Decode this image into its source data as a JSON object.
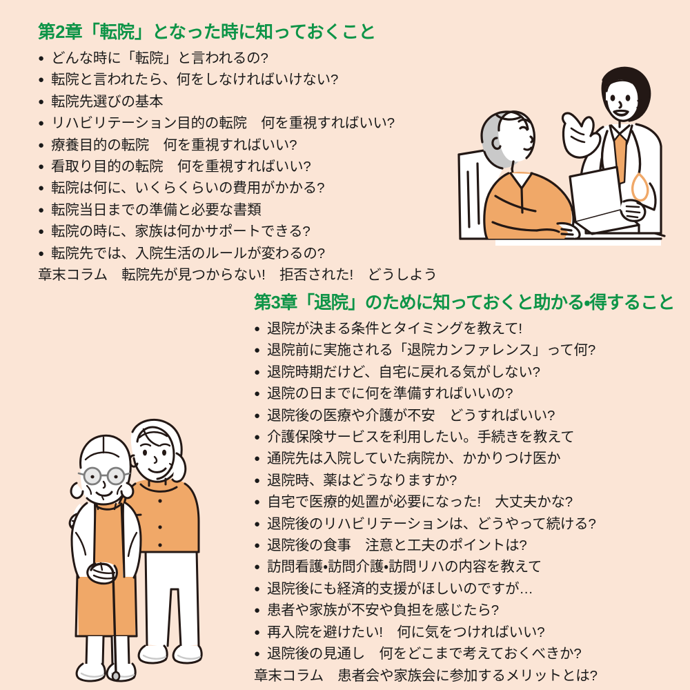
{
  "page": {
    "background_color": "#fbe5d6",
    "heading_color": "#0d9447",
    "body_text_color": "#1a1a1a",
    "accent_orange": "#f0a868",
    "hair_gray": "#c9c9c9",
    "hair_dark": "#231815"
  },
  "chapter2": {
    "title": "第2章「転院」となった時に知っておくこと",
    "items": [
      {
        "bullet": "●",
        "text": "どんな時に「転院」と言われるの?"
      },
      {
        "bullet": "●",
        "text": "転院と言われたら、何をしなければいけない?"
      },
      {
        "bullet": "●",
        "text": "転院先選びの基本"
      },
      {
        "bullet": "●",
        "text": "リハビリテーション目的の転院　何を重視すればいい?"
      },
      {
        "bullet": "●",
        "text": "療養目的の転院　何を重視すればいい?"
      },
      {
        "bullet": "●",
        "text": "看取り目的の転院　何を重視すればいい?"
      },
      {
        "bullet": "●",
        "text": "転院は何に、いくらくらいの費用がかかる?"
      },
      {
        "bullet": "●",
        "text": "転院当日までの準備と必要な書類"
      },
      {
        "bullet": "●",
        "text": "転院の時に、家族は何かサポートできる?"
      },
      {
        "bullet": "●",
        "text": "転院先では、入院生活のルールが変わるの?"
      },
      {
        "bullet": "",
        "text": "章末コラム　転院先が見つからない!　拒否された!　どうしよう"
      }
    ]
  },
  "chapter3": {
    "title": "第3章「退院」のために知っておくと助かる・得すること",
    "items": [
      {
        "bullet": "●",
        "text": "退院が決まる条件とタイミングを教えて!"
      },
      {
        "bullet": "●",
        "text": "退院前に実施される「退院カンファレンス」って何?"
      },
      {
        "bullet": "●",
        "text": "退院時期だけど、自宅に戻れる気がしない?"
      },
      {
        "bullet": "●",
        "text": "退院の日までに何を準備すればいいの?"
      },
      {
        "bullet": "●",
        "text": "退院後の医療や介護が不安　どうすればいい?"
      },
      {
        "bullet": "●",
        "text": "介護保険サービスを利用したい。手続きを教えて"
      },
      {
        "bullet": "●",
        "text": "通院先は入院していた病院か、かかりつけ医か"
      },
      {
        "bullet": "●",
        "text": "退院時、薬はどうなりますか?"
      },
      {
        "bullet": "●",
        "text": "自宅で医療的処置が必要になった!　大丈夫かな?"
      },
      {
        "bullet": "●",
        "text": "退院後のリハビリテーションは、どうやって続ける?"
      },
      {
        "bullet": "●",
        "text": "退院後の食事　注意と工夫のポイントは?"
      },
      {
        "bullet": "●",
        "text": "訪問看護・訪問介護・訪問リハの内容を教えて"
      },
      {
        "bullet": "●",
        "text": "退院後にも経済的支援がほしいのですが…"
      },
      {
        "bullet": "●",
        "text": "患者や家族が不安や負担を感じたら?"
      },
      {
        "bullet": "●",
        "text": "再入院を避けたい!　何に気をつければいい?"
      },
      {
        "bullet": "●",
        "text": "退院後の見通し　何をどこまで考えておくべきか?"
      },
      {
        "bullet": "",
        "text": "章末コラム　患者会や家族会に参加するメリットとは?"
      }
    ]
  },
  "illustrations": {
    "doctor_patient": {
      "name": "doctor-explaining-to-bedridden-patient",
      "description": "白衣の医師がベッドに座る高齢患者に説明している"
    },
    "elderly_caregiver": {
      "name": "elderly-woman-with-cane-and-caregiver",
      "description": "杖をついた眼鏡の高齢女性と支える女性"
    }
  }
}
